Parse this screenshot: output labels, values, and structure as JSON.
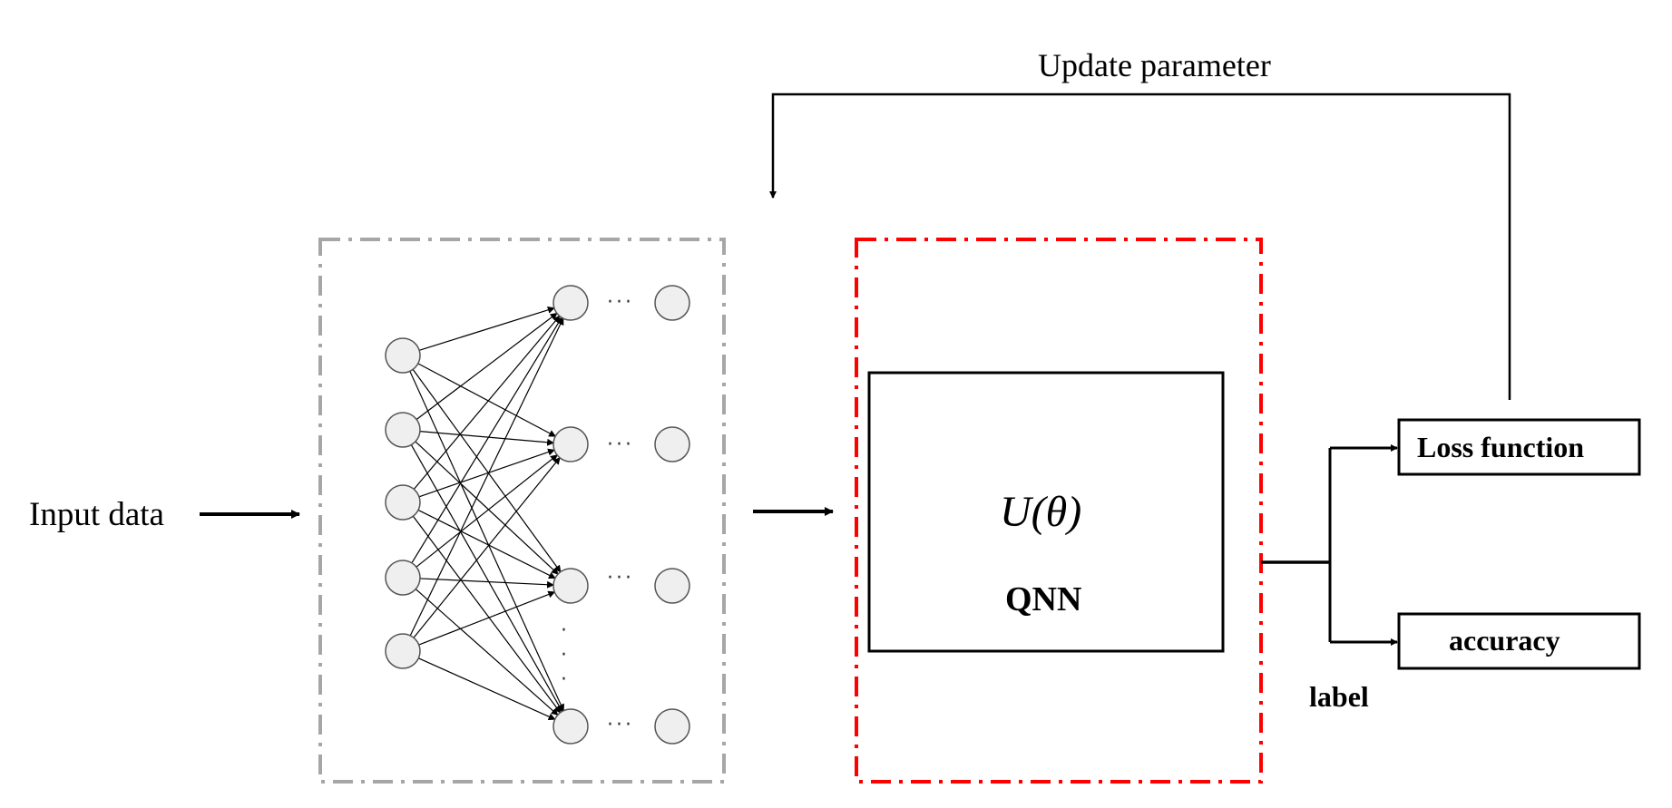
{
  "input": {
    "label": "Input data"
  },
  "feedback": {
    "label": "Update parameter"
  },
  "neural_network": {
    "input_neurons": 5,
    "layers": [
      {
        "neurons": 4,
        "ellipsis_between_neurons": true
      },
      {
        "neurons": 4
      }
    ],
    "ellipsis_glyph": "···"
  },
  "qnn": {
    "formula": "U(θ)",
    "name": "QNN"
  },
  "outputs": {
    "loss": "Loss function",
    "accuracy": "accuracy",
    "label": "label"
  },
  "colors": {
    "classical_box_border": "#a6a6a6",
    "quantum_box_border": "#ff0000",
    "neuron_fill": "#efefef",
    "neuron_stroke": "#555555",
    "line": "#000000"
  }
}
